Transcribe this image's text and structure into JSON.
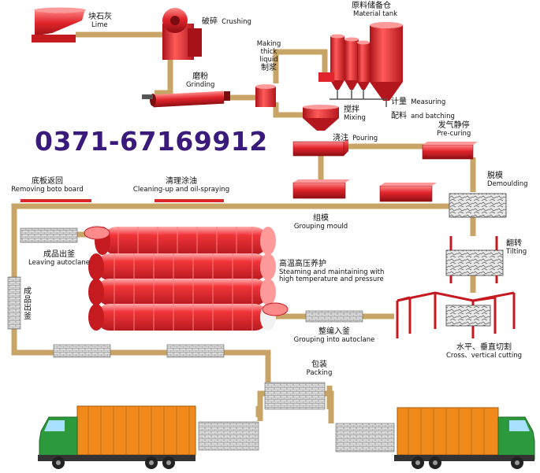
{
  "phone": "0371-67169912",
  "steps": {
    "lime": {
      "cn": "块石灰",
      "en": "Lime"
    },
    "crushing": {
      "cn": "破碎",
      "en": "Crushing"
    },
    "grinding": {
      "cn": "磨粉",
      "en": "Grinding"
    },
    "slurry": {
      "en1": "Making",
      "en2": "thick",
      "en3": "liquid",
      "cn": "制浆"
    },
    "material_tank": {
      "cn": "原料储备仓",
      "en": "Material tank"
    },
    "measuring": {
      "cn1": "计量",
      "cn2": "配料",
      "en1": "Measuring",
      "en2": "and batching"
    },
    "mixing": {
      "cn": "搅拌",
      "en": "Mixing"
    },
    "pouring": {
      "cn": "浇注",
      "en": "Pouring"
    },
    "precuring": {
      "cn": "发气静停",
      "en": "Pre-curing"
    },
    "demoulding": {
      "cn": "脱模",
      "en": "Demoulding"
    },
    "removing_board": {
      "cn": "底板返回",
      "en": "Removing boto board"
    },
    "cleaning": {
      "cn": "清理涂油",
      "en": "Cleaning-up and oil-spraying"
    },
    "grouping_mould": {
      "cn": "组模",
      "en": "Grouping mould"
    },
    "tilting": {
      "cn": "翻转",
      "en": "Tilting"
    },
    "leaving": {
      "cn": "成品出釜",
      "en": "Leaving autoclane"
    },
    "steaming": {
      "cn": "高温高压养护",
      "en1": "Steaming and maintaining with",
      "en2": "high temperature  and  pressure"
    },
    "finished_vertical": {
      "cn": "成品出釜"
    },
    "grouping_autoclane": {
      "cn": "整编入釜",
      "en": "Grouping into autoclane"
    },
    "cutting": {
      "cn": "水平、垂直切割",
      "en": "Cross、vertical cutting"
    },
    "packing": {
      "cn": "包装",
      "en": "Packing"
    }
  },
  "colors": {
    "pipe": "#c9a467",
    "red": "#e0242b",
    "red_light": "#ff6a6a",
    "phone": "#3a1a7a",
    "truck_cab": "#2c9a3c",
    "truck_box": "#f08a1c"
  }
}
